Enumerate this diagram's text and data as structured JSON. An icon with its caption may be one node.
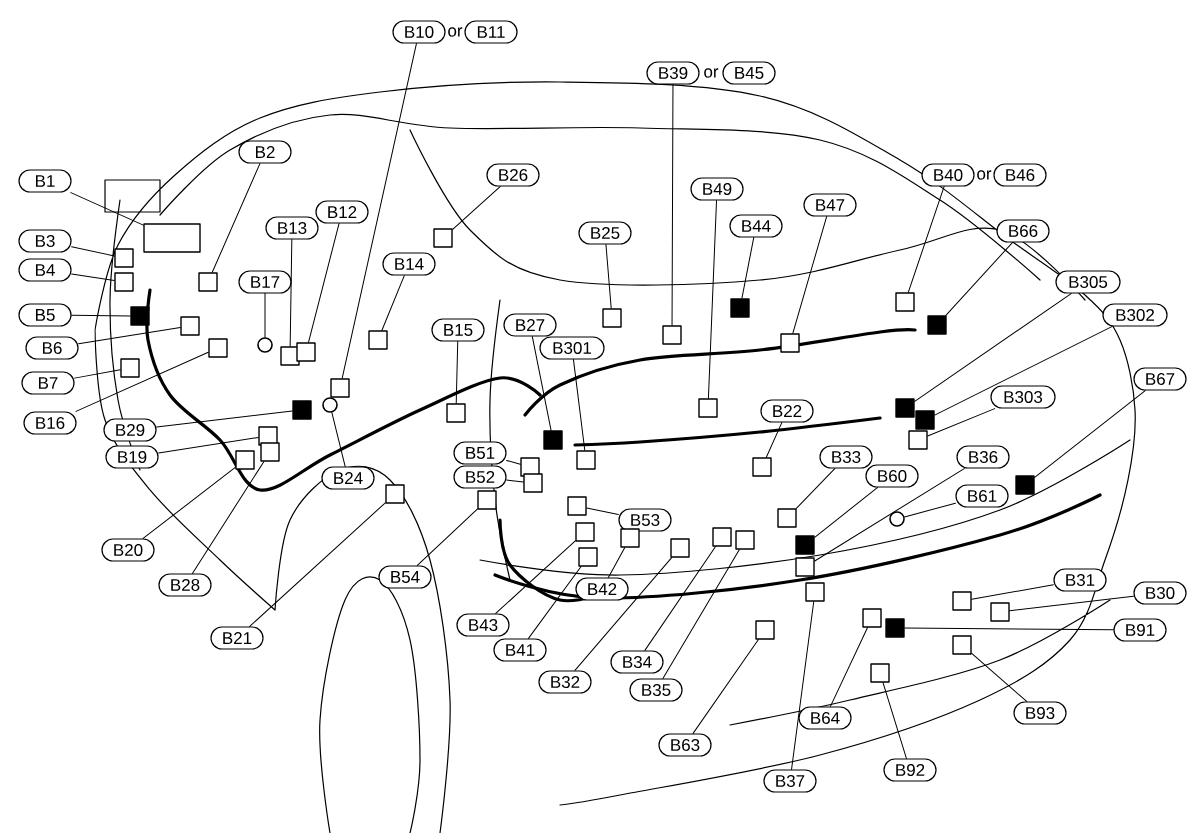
{
  "diagram": {
    "nodes": [
      {
        "text": [
          "B1"
        ]
      },
      {
        "text": [],
        "shape": "box"
      },
      {
        "text": [
          "B2"
        ]
      },
      {
        "text": [],
        "shape": "box"
      },
      {
        "text": [
          "B3"
        ]
      },
      {
        "text": [],
        "shape": "box"
      },
      {
        "text": [
          "B4"
        ]
      },
      {
        "text": [],
        "shape": "box"
      },
      {
        "text": [
          "B5"
        ]
      },
      {
        "text": [],
        "shape": "box"
      },
      {
        "text": [
          "B6"
        ]
      },
      {
        "text": [],
        "shape": "box"
      },
      {
        "text": [
          "B7"
        ]
      },
      {
        "text": [],
        "shape": "box"
      },
      {
        "text": [
          "B16"
        ]
      },
      {
        "text": [],
        "shape": "box"
      },
      {
        "text": [
          "B17"
        ]
      },
      {
        "text": [],
        "shape": "circle"
      },
      {
        "text": [
          "B13"
        ]
      },
      {
        "text": [],
        "shape": "box"
      },
      {
        "text": [
          "B12"
        ]
      },
      {
        "text": [],
        "shape": "box"
      },
      {
        "text": [
          "B14"
        ]
      },
      {
        "text": [],
        "shape": "box"
      },
      {
        "text": [
          "B10"
        ]
      },
      {
        "text": [],
        "shape": "box"
      },
      {
        "text": [
          "B11"
        ]
      },
      {
        "text": [
          "B26"
        ]
      },
      {
        "text": [],
        "shape": "box"
      },
      {
        "text": [
          "B15"
        ]
      },
      {
        "text": [],
        "shape": "box"
      },
      {
        "text": [
          "B29"
        ]
      },
      {
        "text": [],
        "shape": "box"
      },
      {
        "text": [
          "B19"
        ]
      },
      {
        "text": [],
        "shape": "box"
      },
      {
        "text": [
          "B24"
        ]
      },
      {
        "text": [],
        "shape": "circle"
      },
      {
        "text": [
          "B20"
        ]
      },
      {
        "text": [],
        "shape": "box"
      },
      {
        "text": [
          "B28"
        ]
      },
      {
        "text": [],
        "shape": "box"
      },
      {
        "text": [
          "B21"
        ]
      },
      {
        "text": [],
        "shape": "box"
      },
      {
        "text": [
          "B27"
        ]
      },
      {
        "text": [],
        "shape": "box"
      },
      {
        "text": [
          "B301"
        ]
      },
      {
        "text": [],
        "shape": "box"
      },
      {
        "text": [
          "B51"
        ]
      },
      {
        "text": [],
        "shape": "box"
      },
      {
        "text": [
          "B52"
        ]
      },
      {
        "text": [],
        "shape": "box"
      },
      {
        "text": [
          "B54"
        ]
      },
      {
        "text": [],
        "shape": "box"
      },
      {
        "text": [
          "B53"
        ]
      },
      {
        "text": [],
        "shape": "box"
      },
      {
        "text": [
          "B42"
        ]
      },
      {
        "text": [],
        "shape": "box"
      },
      {
        "text": [
          "B43"
        ]
      },
      {
        "text": [],
        "shape": "box"
      },
      {
        "text": [
          "B41"
        ]
      },
      {
        "text": [],
        "shape": "box"
      },
      {
        "text": [
          "B32"
        ]
      },
      {
        "text": [],
        "shape": "box"
      },
      {
        "text": [
          "B34"
        ]
      },
      {
        "text": [],
        "shape": "box"
      },
      {
        "text": [
          "B35"
        ]
      },
      {
        "text": [],
        "shape": "box"
      },
      {
        "text": [
          "B25"
        ]
      },
      {
        "text": [],
        "shape": "box"
      },
      {
        "text": [
          "B39"
        ]
      },
      {
        "text": [],
        "shape": "box"
      },
      {
        "text": [
          "B45"
        ]
      },
      {
        "text": [
          "B49"
        ]
      },
      {
        "text": [],
        "shape": "box"
      },
      {
        "text": [
          "B44"
        ]
      },
      {
        "text": [],
        "shape": "box"
      },
      {
        "text": [
          "B47"
        ]
      },
      {
        "text": [],
        "shape": "box"
      },
      {
        "text": [
          "B40"
        ]
      },
      {
        "text": [],
        "shape": "box"
      },
      {
        "text": [
          "B46"
        ]
      },
      {
        "text": [
          "B66"
        ]
      },
      {
        "text": [],
        "shape": "box"
      },
      {
        "text": [
          "B305"
        ]
      },
      {
        "text": [],
        "shape": "box"
      },
      {
        "text": [
          "B302"
        ]
      },
      {
        "text": [],
        "shape": "box"
      },
      {
        "text": [
          "B303"
        ]
      },
      {
        "text": [],
        "shape": "box"
      },
      {
        "text": [
          "B67"
        ]
      },
      {
        "text": [],
        "shape": "box"
      },
      {
        "text": [
          "B22"
        ]
      },
      {
        "text": [],
        "shape": "box"
      },
      {
        "text": [
          "B33"
        ]
      },
      {
        "text": [],
        "shape": "box"
      },
      {
        "text": [
          "B60"
        ]
      },
      {
        "text": [],
        "shape": "box"
      },
      {
        "text": [
          "B36"
        ]
      },
      {
        "text": [],
        "shape": "box"
      },
      {
        "text": [
          "B61"
        ]
      },
      {
        "text": [],
        "shape": "circle"
      },
      {
        "text": [
          "B31"
        ]
      },
      {
        "text": [],
        "shape": "box"
      },
      {
        "text": [
          "B30"
        ]
      },
      {
        "text": [],
        "shape": "box"
      },
      {
        "text": [
          "B91"
        ]
      },
      {
        "text": [],
        "shape": "box"
      },
      {
        "text": [
          "B93"
        ]
      },
      {
        "text": [],
        "shape": "box"
      },
      {
        "text": [
          "B92"
        ]
      },
      {
        "text": [],
        "shape": "box"
      },
      {
        "text": [
          "B64"
        ]
      },
      {
        "text": [],
        "shape": "box"
      },
      {
        "text": [
          "B63"
        ]
      },
      {
        "text": [],
        "shape": "box"
      },
      {
        "text": [
          "B37"
        ]
      },
      {
        "text": [],
        "shape": "box"
      }
    ],
    "edges": [
      {
        "from": 0,
        "to": 1,
        "arrow": "none"
      },
      {
        "from": 2,
        "to": 3,
        "arrow": "none"
      },
      {
        "from": 4,
        "to": 5,
        "arrow": "none"
      },
      {
        "from": 6,
        "to": 7,
        "arrow": "none"
      },
      {
        "from": 8,
        "to": 9,
        "arrow": "none"
      },
      {
        "from": 10,
        "to": 11,
        "arrow": "none"
      },
      {
        "from": 12,
        "to": 13,
        "arrow": "none"
      },
      {
        "from": 14,
        "to": 15,
        "arrow": "none"
      },
      {
        "from": 16,
        "to": 17,
        "arrow": "none"
      },
      {
        "from": 18,
        "to": 19,
        "arrow": "none"
      },
      {
        "from": 20,
        "to": 21,
        "arrow": "none"
      },
      {
        "from": 22,
        "to": 23,
        "arrow": "none"
      },
      {
        "from": 24,
        "to": 25,
        "arrow": "none"
      },
      {
        "from": 27,
        "to": 28,
        "arrow": "none"
      },
      {
        "from": 29,
        "to": 30,
        "arrow": "none"
      },
      {
        "from": 31,
        "to": 32,
        "arrow": "none"
      },
      {
        "from": 33,
        "to": 34,
        "arrow": "none"
      },
      {
        "from": 35,
        "to": 36,
        "arrow": "none"
      },
      {
        "from": 37,
        "to": 38,
        "arrow": "none"
      },
      {
        "from": 39,
        "to": 40,
        "arrow": "none"
      },
      {
        "from": 41,
        "to": 42,
        "arrow": "none"
      },
      {
        "from": 43,
        "to": 44,
        "arrow": "none"
      },
      {
        "from": 45,
        "to": 46,
        "arrow": "none"
      },
      {
        "from": 47,
        "to": 48,
        "arrow": "none"
      },
      {
        "from": 49,
        "to": 50,
        "arrow": "none"
      },
      {
        "from": 51,
        "to": 52,
        "arrow": "none"
      },
      {
        "from": 53,
        "to": 54,
        "arrow": "none"
      },
      {
        "from": 55,
        "to": 56,
        "arrow": "none"
      },
      {
        "from": 57,
        "to": 58,
        "arrow": "none"
      },
      {
        "from": 59,
        "to": 60,
        "arrow": "none"
      },
      {
        "from": 61,
        "to": 62,
        "arrow": "none"
      },
      {
        "from": 63,
        "to": 64,
        "arrow": "none"
      },
      {
        "from": 65,
        "to": 66,
        "arrow": "none"
      },
      {
        "from": 67,
        "to": 68,
        "arrow": "none"
      },
      {
        "from": 69,
        "to": 70,
        "arrow": "none"
      },
      {
        "from": 72,
        "to": 73,
        "arrow": "none"
      },
      {
        "from": 74,
        "to": 75,
        "arrow": "none"
      },
      {
        "from": 76,
        "to": 77,
        "arrow": "none"
      },
      {
        "from": 78,
        "to": 79,
        "arrow": "none"
      },
      {
        "from": 81,
        "to": 82,
        "arrow": "none"
      },
      {
        "from": 83,
        "to": 84,
        "arrow": "none"
      },
      {
        "from": 85,
        "to": 86,
        "arrow": "none"
      },
      {
        "from": 87,
        "to": 88,
        "arrow": "none"
      },
      {
        "from": 89,
        "to": 90,
        "arrow": "none"
      },
      {
        "from": 91,
        "to": 92,
        "arrow": "none"
      },
      {
        "from": 93,
        "to": 94,
        "arrow": "none"
      },
      {
        "from": 95,
        "to": 96,
        "arrow": "none"
      },
      {
        "from": 97,
        "to": 98,
        "arrow": "none"
      },
      {
        "from": 99,
        "to": 100,
        "arrow": "none"
      },
      {
        "from": 101,
        "to": 102,
        "arrow": "none"
      },
      {
        "from": 103,
        "to": 104,
        "arrow": "none"
      },
      {
        "from": 105,
        "to": 106,
        "arrow": "none"
      },
      {
        "from": 107,
        "to": 108,
        "arrow": "none"
      },
      {
        "from": 109,
        "to": 110,
        "arrow": "none"
      },
      {
        "from": 111,
        "to": 112,
        "arrow": "none"
      },
      {
        "from": 113,
        "to": 114,
        "arrow": "none"
      },
      {
        "from": 115,
        "to": 116,
        "arrow": "none"
      }
    ],
    "labels": [
      "or",
      "or",
      "or"
    ]
  }
}
